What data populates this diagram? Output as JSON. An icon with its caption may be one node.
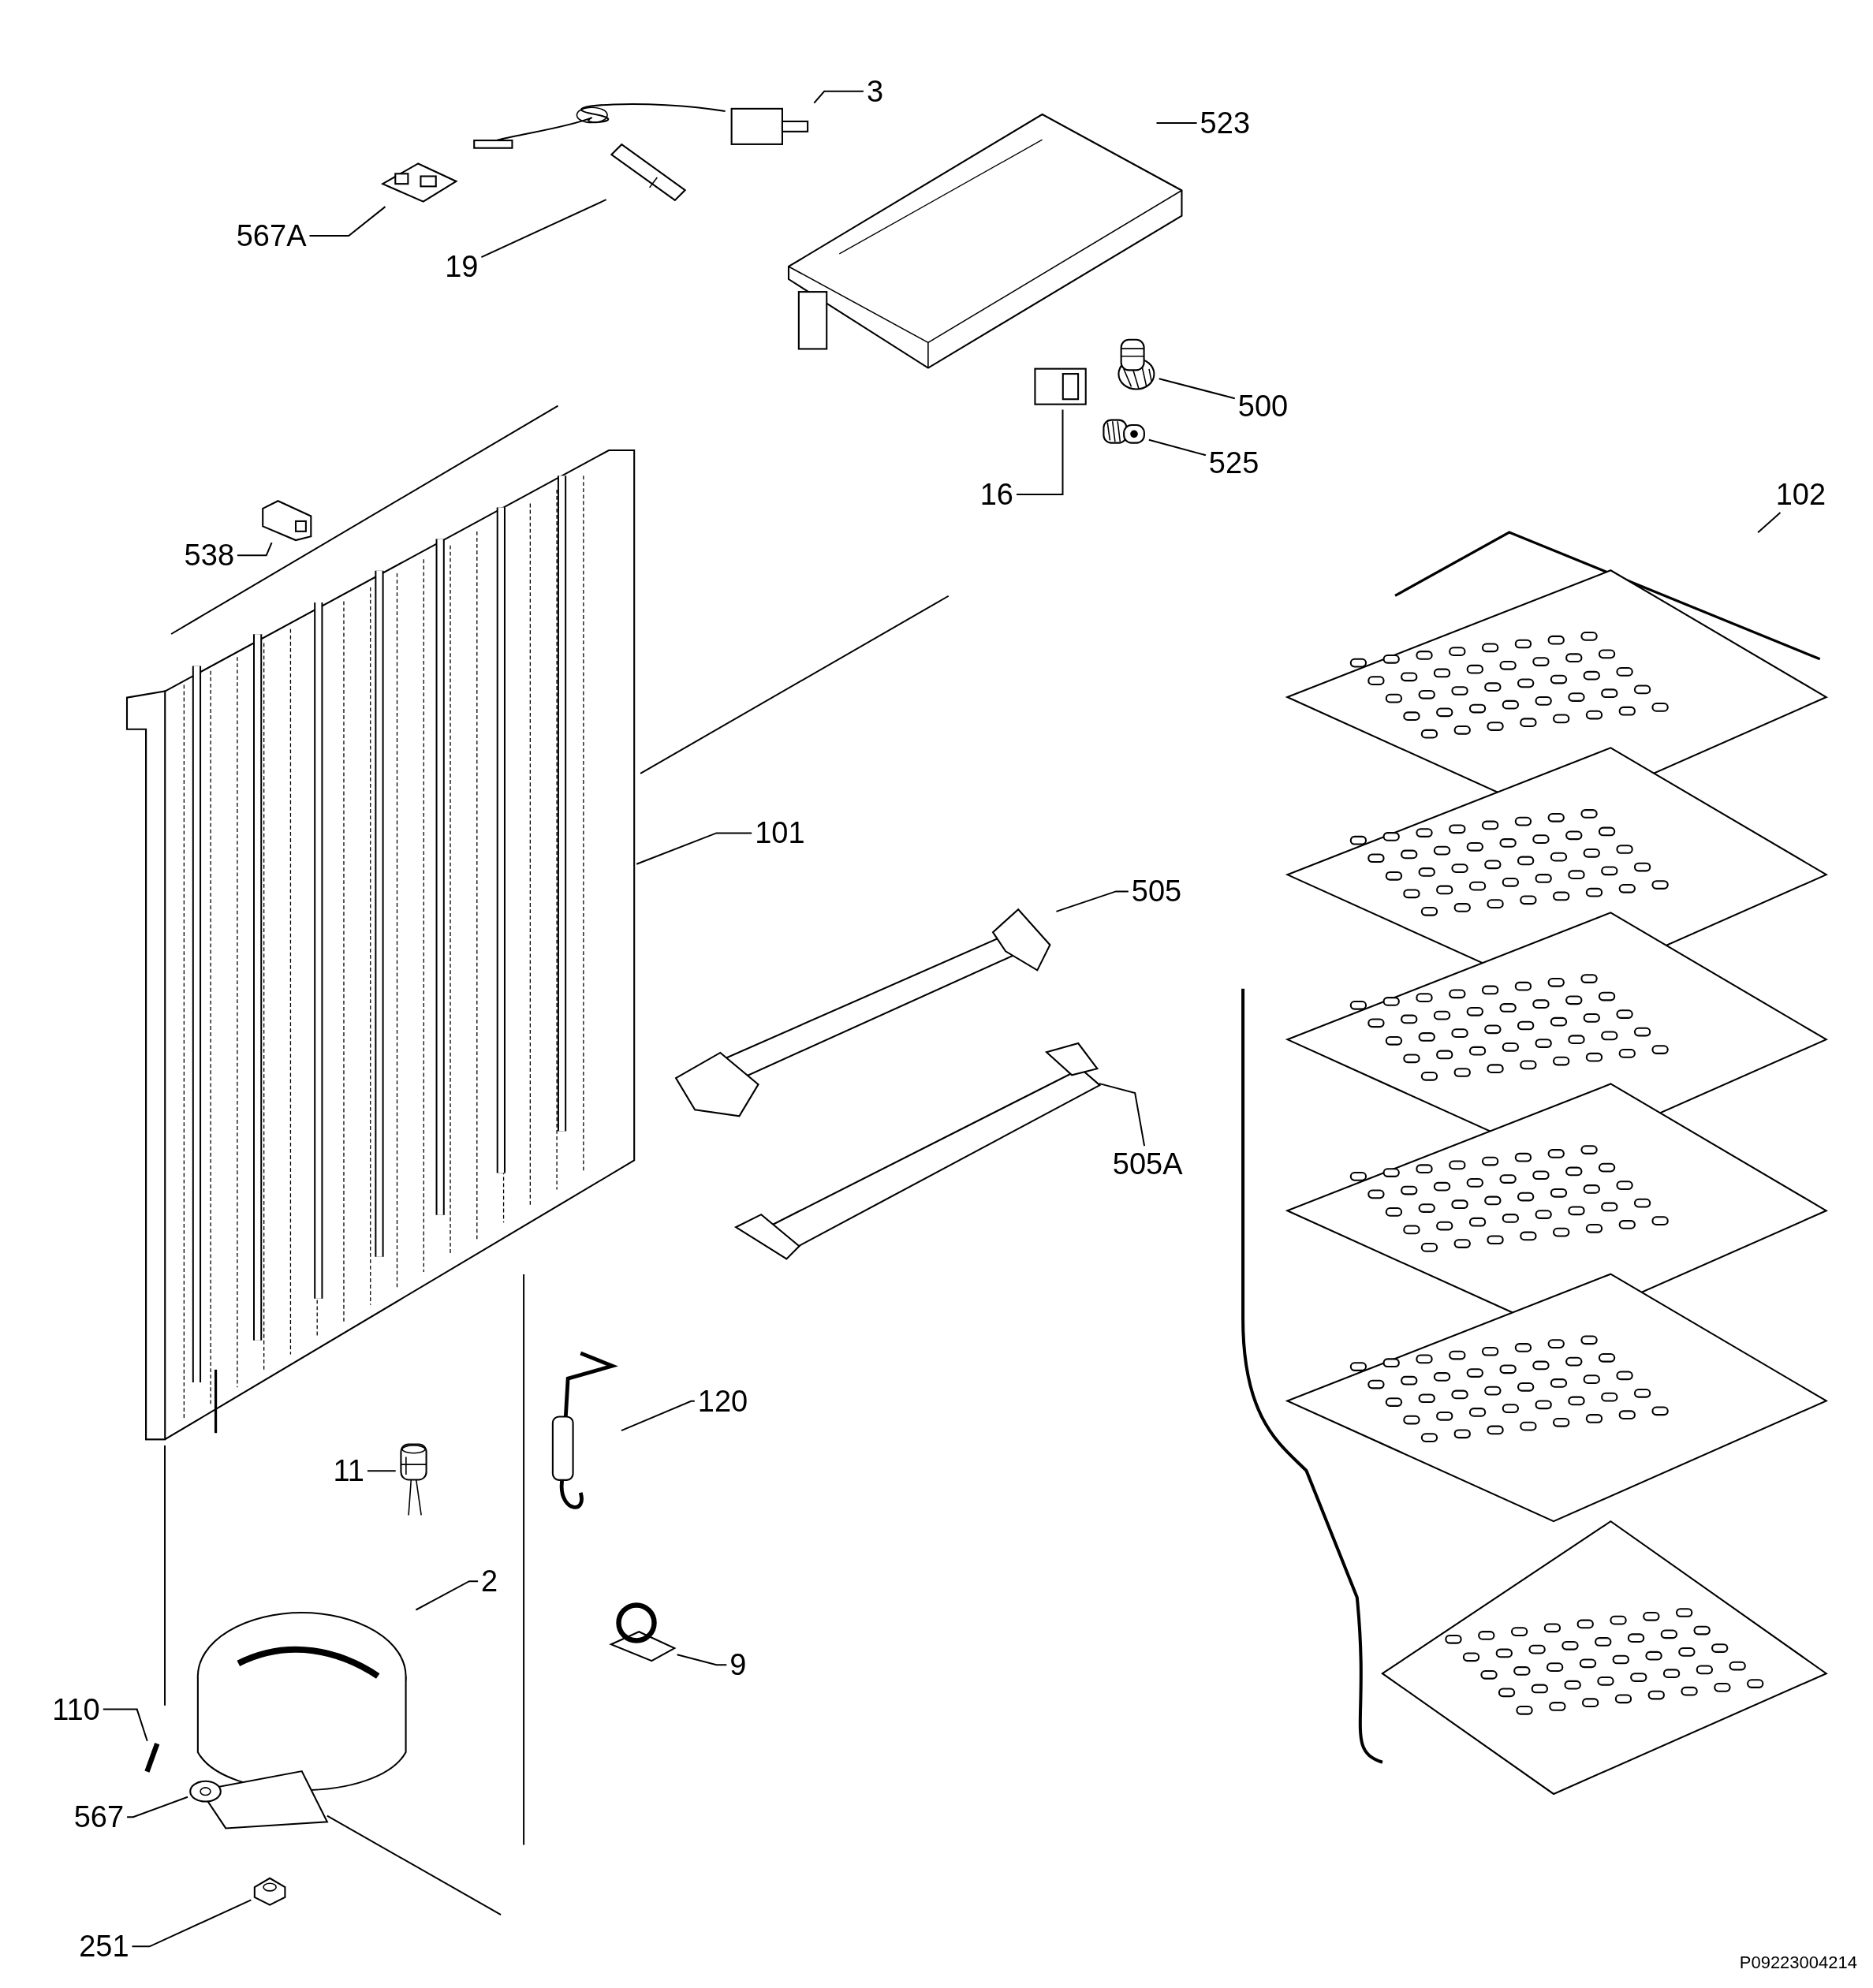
{
  "diagram": {
    "nodes": [
      {
        "text": [
          "3"
        ]
      },
      {
        "text": [],
        "shape": "picture"
      },
      {
        "text": [
          "523"
        ]
      },
      {
        "text": [],
        "shape": "picture"
      },
      {
        "text": [
          "567A"
        ]
      },
      {
        "text": [],
        "shape": "picture"
      },
      {
        "text": [
          "19"
        ]
      },
      {
        "text": [],
        "shape": "picture"
      },
      {
        "text": [
          "500"
        ]
      },
      {
        "text": [],
        "shape": "picture"
      },
      {
        "text": [
          "525"
        ]
      },
      {
        "text": [],
        "shape": "picture"
      },
      {
        "text": [
          "16"
        ]
      },
      {
        "text": [],
        "shape": "picture"
      },
      {
        "text": [
          "538"
        ]
      },
      {
        "text": [],
        "shape": "picture"
      },
      {
        "text": [
          "102"
        ]
      },
      {
        "text": [],
        "shape": "picture"
      },
      {
        "text": [
          "101"
        ]
      },
      {
        "text": [],
        "shape": "picture"
      },
      {
        "text": [
          "505"
        ]
      },
      {
        "text": [],
        "shape": "picture"
      },
      {
        "text": [
          "505A"
        ]
      },
      {
        "text": [],
        "shape": "picture"
      },
      {
        "text": [
          "120"
        ]
      },
      {
        "text": [],
        "shape": "picture"
      },
      {
        "text": [
          "11"
        ]
      },
      {
        "text": [],
        "shape": "picture"
      },
      {
        "text": [
          "2"
        ]
      },
      {
        "text": [],
        "shape": "picture"
      },
      {
        "text": [
          "9"
        ]
      },
      {
        "text": [],
        "shape": "picture"
      },
      {
        "text": [
          "110"
        ]
      },
      {
        "text": [],
        "shape": "picture"
      },
      {
        "text": [
          "567"
        ]
      },
      {
        "text": [],
        "shape": "picture"
      },
      {
        "text": [
          "251"
        ]
      },
      {
        "text": [],
        "shape": "picture"
      }
    ],
    "edges": [
      {
        "from": 0,
        "to": 1,
        "arrow": "none"
      },
      {
        "from": 2,
        "to": 3,
        "arrow": "none"
      },
      {
        "from": 4,
        "to": 5,
        "arrow": "none"
      },
      {
        "from": 6,
        "to": 7,
        "arrow": "none"
      },
      {
        "from": 8,
        "to": 9,
        "arrow": "none"
      },
      {
        "from": 10,
        "to": 11,
        "arrow": "none"
      },
      {
        "from": 12,
        "to": 13,
        "arrow": "none"
      },
      {
        "from": 14,
        "to": 15,
        "arrow": "none"
      },
      {
        "from": 16,
        "to": 17,
        "arrow": "none"
      },
      {
        "from": 18,
        "to": 19,
        "arrow": "none"
      },
      {
        "from": 20,
        "to": 21,
        "arrow": "none"
      },
      {
        "from": 22,
        "to": 23,
        "arrow": "none"
      },
      {
        "from": 24,
        "to": 25,
        "arrow": "none"
      },
      {
        "from": 26,
        "to": 27,
        "arrow": "none"
      },
      {
        "from": 28,
        "to": 29,
        "arrow": "none"
      },
      {
        "from": 30,
        "to": 31,
        "arrow": "none"
      },
      {
        "from": 32,
        "to": 33,
        "arrow": "none"
      },
      {
        "from": 34,
        "to": 35,
        "arrow": "none"
      },
      {
        "from": 36,
        "to": 37,
        "arrow": "none"
      }
    ],
    "labels": [
      "P09223004214"
    ]
  }
}
